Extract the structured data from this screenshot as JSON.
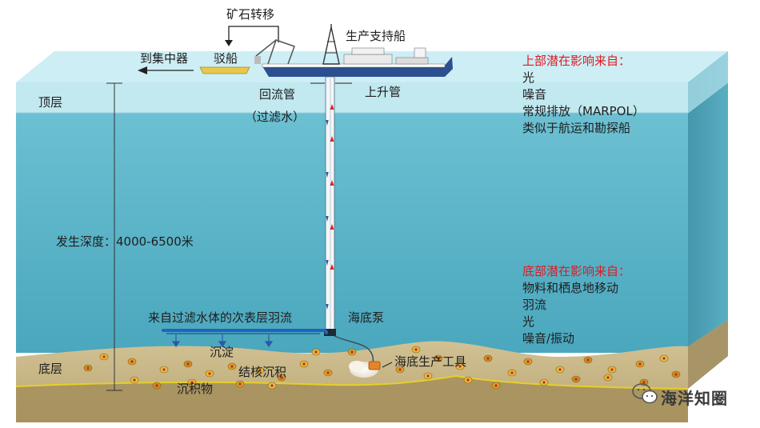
{
  "colors": {
    "ocean_top": "#b9e6ef",
    "ocean_body": "#5fb4c7",
    "ocean_side": "#4b9fb3",
    "seabed": "#c9b88d",
    "warning_red": "#e0191f"
  },
  "labels": {
    "ore_transfer": "矿石转移",
    "production_vessel": "生产支持船",
    "to_concentrator": "到集中器",
    "barge": "驳船",
    "return_pipe": "回流管",
    "filtered_water": "（过滤水）",
    "riser": "上升管",
    "top_layer": "顶层",
    "depth": "发生深度：4000-6500米",
    "subsurface_plume": "来自过滤水体的次表层羽流",
    "seafloor_pump": "海底泵",
    "settling": "沉淀",
    "nodule_deposit": "结核沉积",
    "sediment": "沉积物",
    "bottom_layer": "底层",
    "seafloor_tool": "海底生产工具"
  },
  "upper_impacts": {
    "title": "上部潜在影响来自：",
    "items": [
      "光",
      "噪音",
      "常规排放（MARPOL）",
      "类似于航运和勘探船"
    ]
  },
  "lower_impacts": {
    "title": "底部潜在影响来自：",
    "items": [
      "物料和栖息地移动",
      "羽流",
      "光",
      "噪音/振动"
    ]
  },
  "watermark": {
    "text": "海洋知圈",
    "icon": "wechat-icon"
  }
}
